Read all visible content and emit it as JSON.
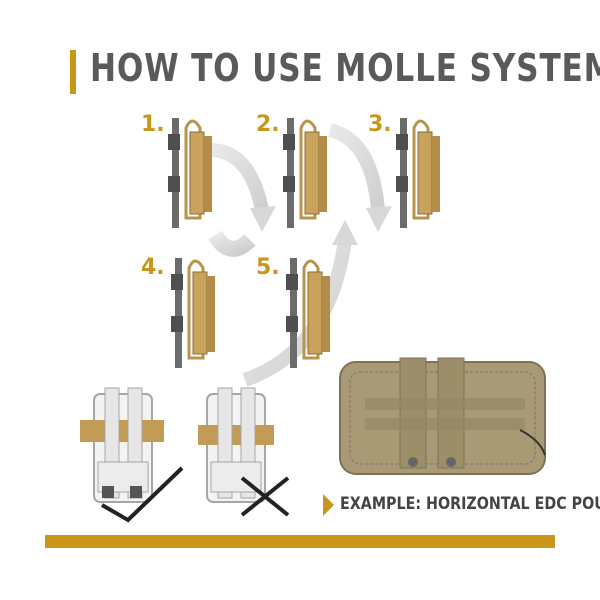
{
  "title": "HOW TO USE MOLLE SYSTEM",
  "steps": [
    "1.",
    "2.",
    "3.",
    "4.",
    "5."
  ],
  "example_caption": "EXAMPLE: HORIZONTAL EDC POUCH",
  "colors": {
    "accent": "#c9961a",
    "strap": "#5b5b5b",
    "pouch": "#b8944e",
    "tan_fabric": "#a89a75"
  }
}
